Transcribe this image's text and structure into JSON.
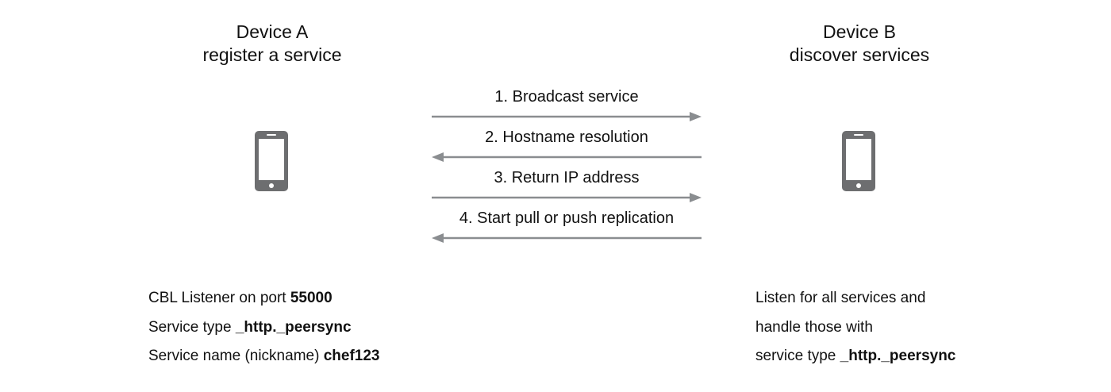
{
  "device_a": {
    "name": "Device A",
    "role": "register a service"
  },
  "device_b": {
    "name": "Device B",
    "role": "discover services"
  },
  "messages": [
    {
      "label": "1. Broadcast service",
      "direction": "right"
    },
    {
      "label": "2. Hostname resolution",
      "direction": "left"
    },
    {
      "label": "3. Return IP address",
      "direction": "right"
    },
    {
      "label": "4. Start pull or push replication",
      "direction": "left"
    }
  ],
  "device_a_info": [
    {
      "text": "CBL Listener on port ",
      "bold": "55000"
    },
    {
      "text": "Service type ",
      "bold": "_http._peersync"
    },
    {
      "text": "Service name (nickname) ",
      "bold": "chef123"
    }
  ],
  "device_b_info": [
    {
      "text": "Listen for all services and",
      "bold": ""
    },
    {
      "text": "handle those with",
      "bold": ""
    },
    {
      "text": "service type ",
      "bold": "_http._peersync"
    }
  ],
  "colors": {
    "arrow": "#8a8d90",
    "phone_body": "#6d6e70",
    "phone_screen": "#ffffff",
    "text": "#111111"
  },
  "icons": {
    "device_a": "smartphone-icon",
    "device_b": "smartphone-icon"
  }
}
